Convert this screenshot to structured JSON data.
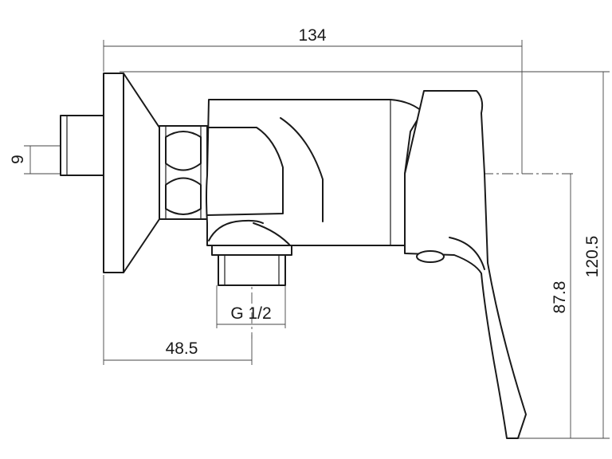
{
  "drawing": {
    "dimensions": {
      "overall_width": "134",
      "thread_size": "G 1/2",
      "outlet_offset": "48.5",
      "inlet_offset": "9",
      "axis_height": "87.8",
      "overall_height": "120.5"
    }
  }
}
